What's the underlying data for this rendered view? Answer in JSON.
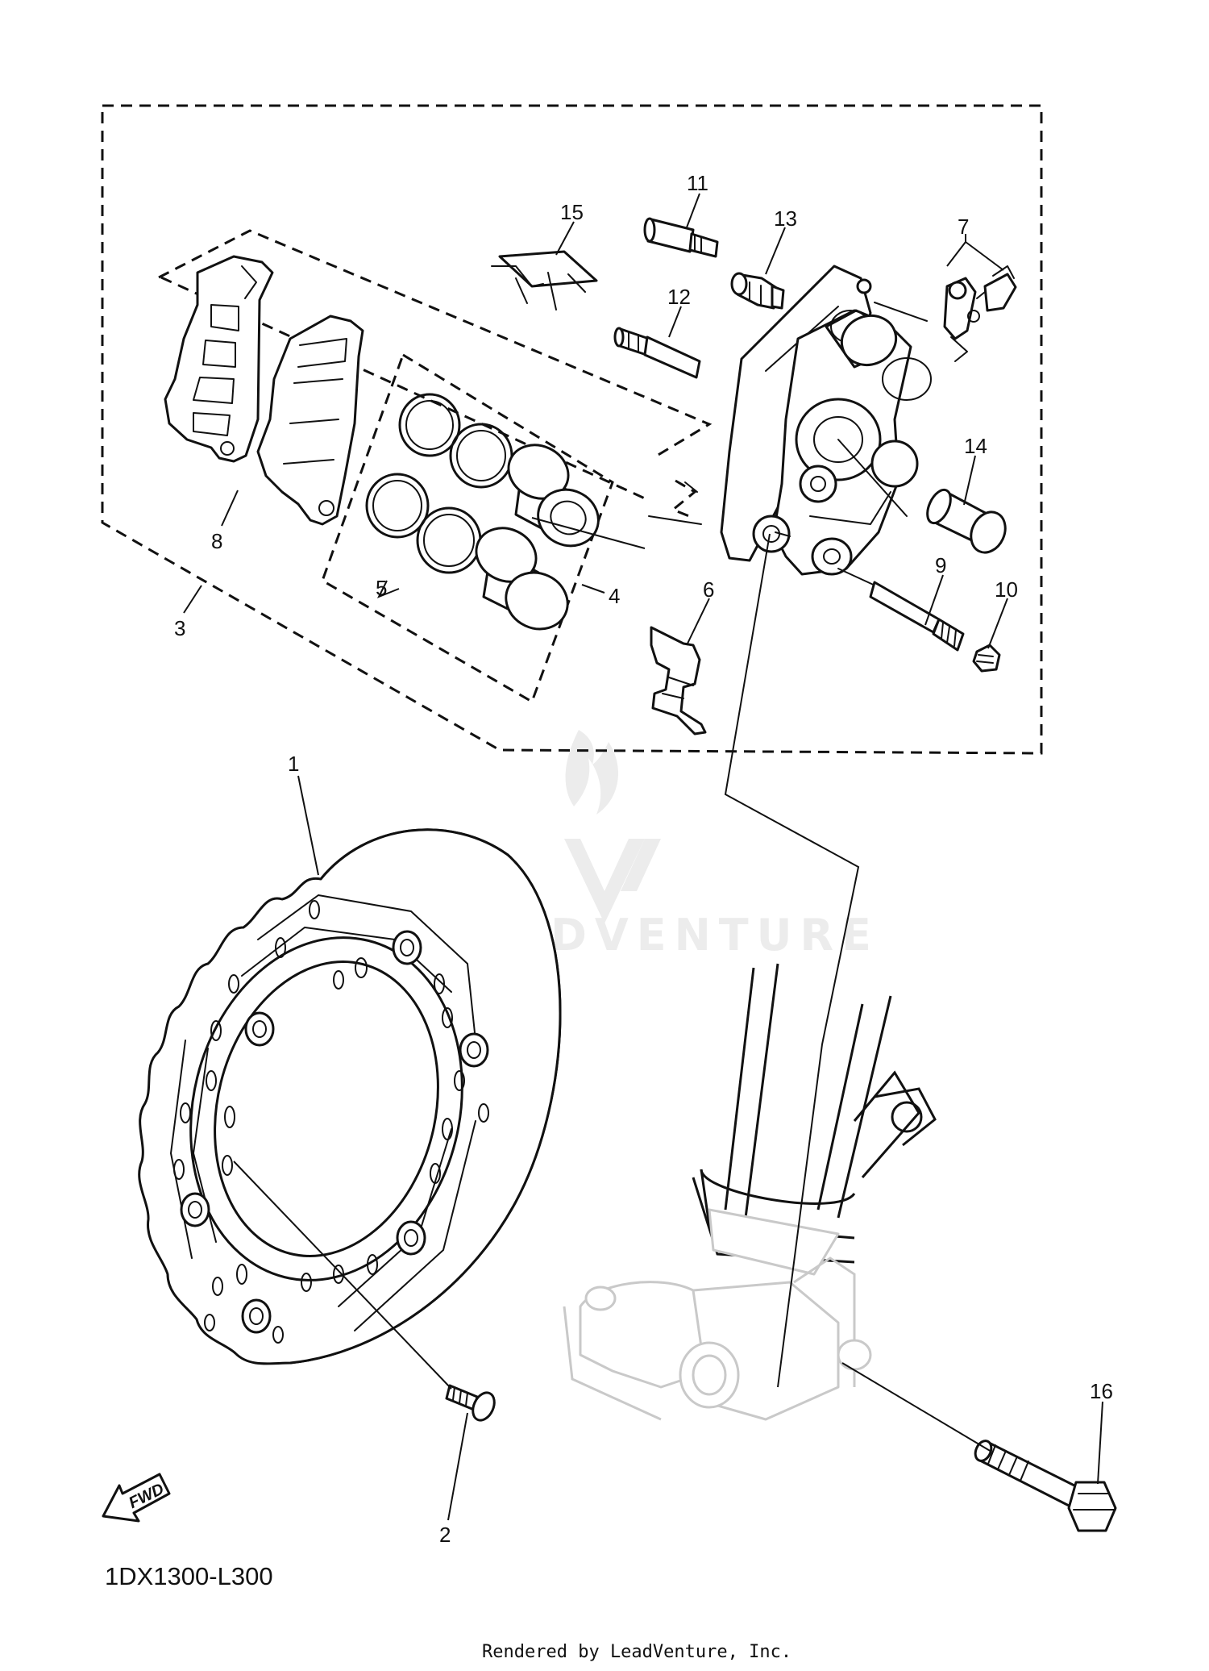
{
  "diagram": {
    "code": "1DX1300-L300",
    "credit": "Rendered by LeadVenture, Inc.",
    "watermark": "LEADVENTURE",
    "fwd_label": "FWD",
    "callouts": [
      {
        "id": "c1",
        "label": "1"
      },
      {
        "id": "c2",
        "label": "2"
      },
      {
        "id": "c3",
        "label": "3"
      },
      {
        "id": "c4",
        "label": "4"
      },
      {
        "id": "c5",
        "label": "5"
      },
      {
        "id": "c6",
        "label": "6"
      },
      {
        "id": "c7",
        "label": "7"
      },
      {
        "id": "c8",
        "label": "8"
      },
      {
        "id": "c9",
        "label": "9"
      },
      {
        "id": "c10",
        "label": "10"
      },
      {
        "id": "c11",
        "label": "11"
      },
      {
        "id": "c12",
        "label": "12"
      },
      {
        "id": "c13",
        "label": "13"
      },
      {
        "id": "c14",
        "label": "14"
      },
      {
        "id": "c15",
        "label": "15"
      },
      {
        "id": "c16",
        "label": "16"
      }
    ]
  }
}
